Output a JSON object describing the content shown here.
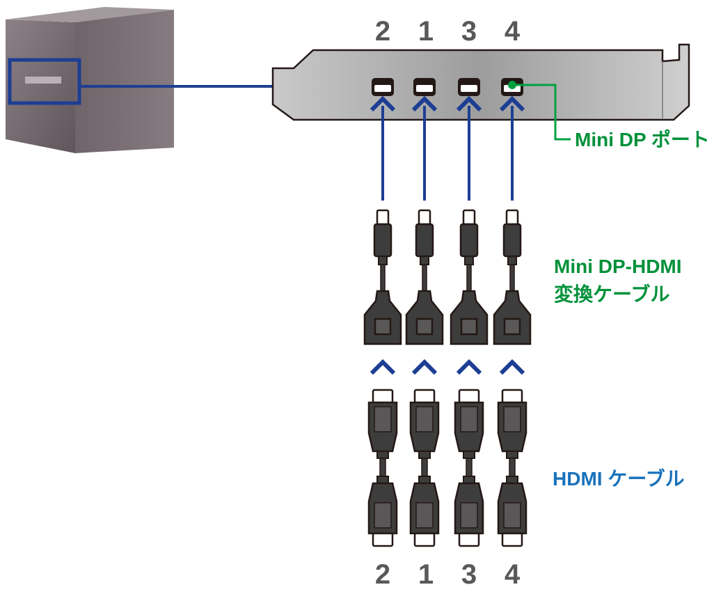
{
  "top_port_numbers": [
    "2",
    "1",
    "3",
    "4"
  ],
  "bottom_port_numbers": [
    "2",
    "1",
    "3",
    "4"
  ],
  "labels": {
    "mini_dp_port": "Mini DP ポート",
    "adapter_line1": "Mini DP-HDMI",
    "adapter_line2": "変換ケーブル",
    "hdmi_cable": "HDMI ケーブル"
  },
  "colors": {
    "green_label": "#00913a",
    "blue_label": "#1a72bb",
    "connector_line": "#1d3e93",
    "number_gray": "#595757",
    "cable_dark": "#3e3d3d",
    "bracket_gray": "#b5b5b6"
  }
}
